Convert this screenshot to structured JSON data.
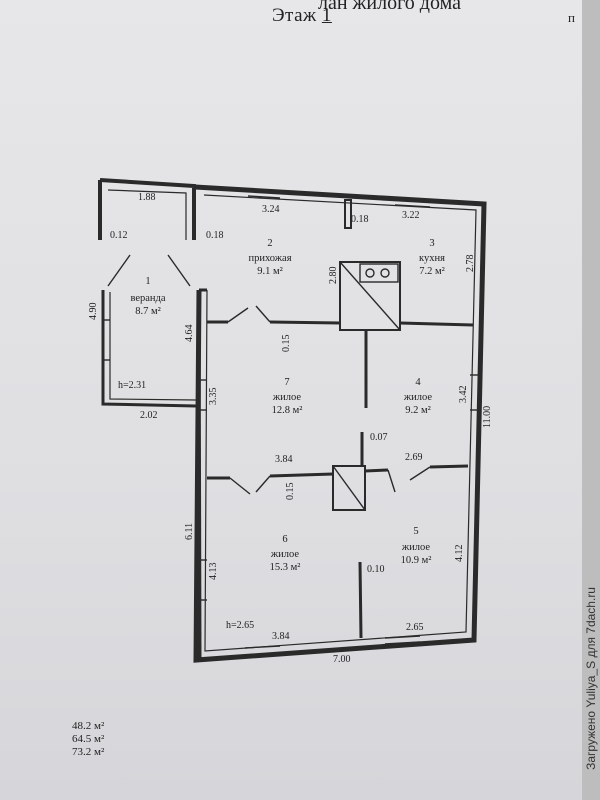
{
  "header": {
    "plan_title_partial": "лан жилого дома",
    "floor_label": "Этаж",
    "floor_number": "1",
    "corner_mark": "п"
  },
  "rooms": [
    {
      "number": "1",
      "name": "веранда",
      "area": "8.7 м²"
    },
    {
      "number": "2",
      "name": "прихожая",
      "area": "9.1 м²"
    },
    {
      "number": "3",
      "name": "кухня",
      "area": "7.2 м²"
    },
    {
      "number": "4",
      "name": "жилое",
      "area": "9.2 м²"
    },
    {
      "number": "5",
      "name": "жилое",
      "area": "10.9 м²"
    },
    {
      "number": "6",
      "name": "жилое",
      "area": "15.3 м²"
    },
    {
      "number": "7",
      "name": "жилое",
      "area": "12.8 м²"
    }
  ],
  "dimensions": {
    "d188": "1.88",
    "d324": "3.24",
    "d018a": "0.18",
    "d322": "3.22",
    "d012": "0.12",
    "d018b": "0.18",
    "d490": "4.90",
    "d464": "4.64",
    "d280": "2.80",
    "d278": "2.78",
    "d015a": "0.15",
    "d335": "3.35",
    "d342": "3.42",
    "d1100": "11.00",
    "d202": "2.02",
    "d007": "0.07",
    "d384a": "3.84",
    "d269": "2.69",
    "d015b": "0.15",
    "d611": "6.11",
    "d413": "4.13",
    "d412": "4.12",
    "d010": "0.10",
    "d384b": "3.84",
    "d265": "2.65",
    "d700": "7.00"
  },
  "heights": {
    "veranda": "h=2.31",
    "house": "h=2.65"
  },
  "summary": [
    "48.2 м²",
    "64.5 м²",
    "73.2 м²"
  ],
  "watermark": "Загружено Yuliya_S для 7dach.ru"
}
